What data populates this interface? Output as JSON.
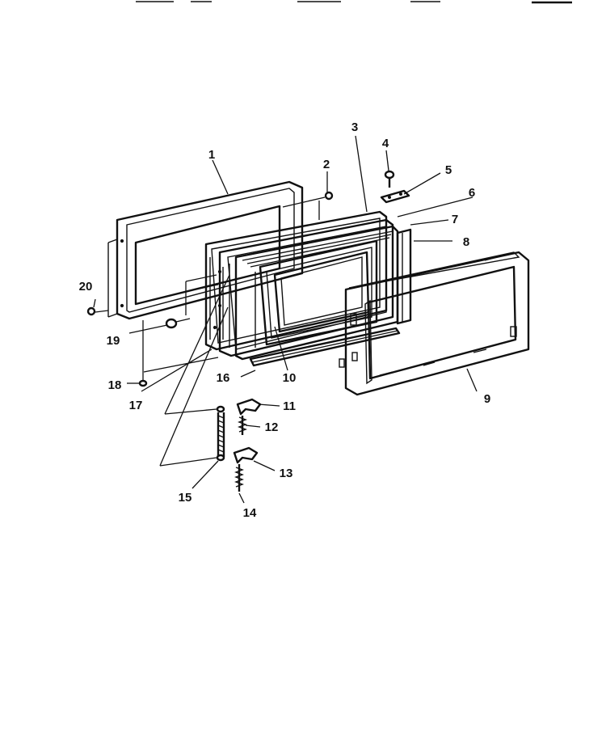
{
  "parts": [
    {
      "number": "1"
    },
    {
      "number": "2"
    },
    {
      "number": "3"
    },
    {
      "number": "4"
    },
    {
      "number": "5"
    },
    {
      "number": "6"
    },
    {
      "number": "7"
    },
    {
      "number": "8"
    },
    {
      "number": "9"
    },
    {
      "number": "10"
    },
    {
      "number": "11"
    },
    {
      "number": "12"
    },
    {
      "number": "13"
    },
    {
      "number": "14"
    },
    {
      "number": "15"
    },
    {
      "number": "16"
    },
    {
      "number": "17"
    },
    {
      "number": "18"
    },
    {
      "number": "19"
    },
    {
      "number": "20"
    }
  ]
}
